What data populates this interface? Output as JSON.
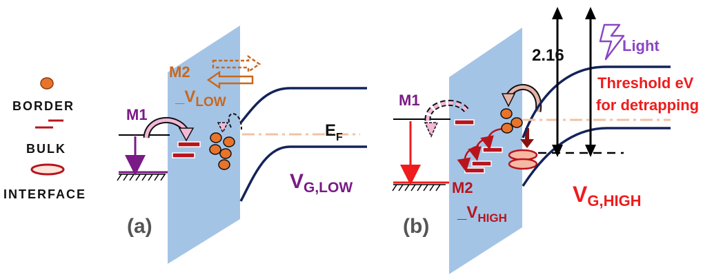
{
  "legend": {
    "border": "BORDER",
    "bulk": "BULK",
    "interface": "INTERFACE"
  },
  "panel_a": {
    "tag": "(a)",
    "m1": "M1",
    "m2": "M2",
    "m2_sub_prefix": "_V",
    "m2_sub": "LOW",
    "fermi": "E",
    "fermi_sub": "F",
    "gate_main": "V",
    "gate_sub": "G,LOW"
  },
  "panel_b": {
    "tag": "(b)",
    "m1": "M1",
    "m2": "M2",
    "m2_sub_prefix": "_V",
    "m2_sub": "HIGH",
    "energy": "2.16",
    "light": "Light",
    "threshold_line1": "Threshold eV",
    "threshold_line2": "for detrapping",
    "gate_main": "V",
    "gate_sub": "G,HIGH"
  },
  "colors": {
    "oxide": "#a4c4e6",
    "band": "#13235a",
    "trap": "#e8742c",
    "bulk": "#b8141c",
    "interface_fill": "#f6b9a3",
    "purple": "#7a1a86",
    "red": "#ee1c1c",
    "orange_text": "#c9671d",
    "fermi": "#f2c2a4",
    "light": "#8a46c4"
  }
}
